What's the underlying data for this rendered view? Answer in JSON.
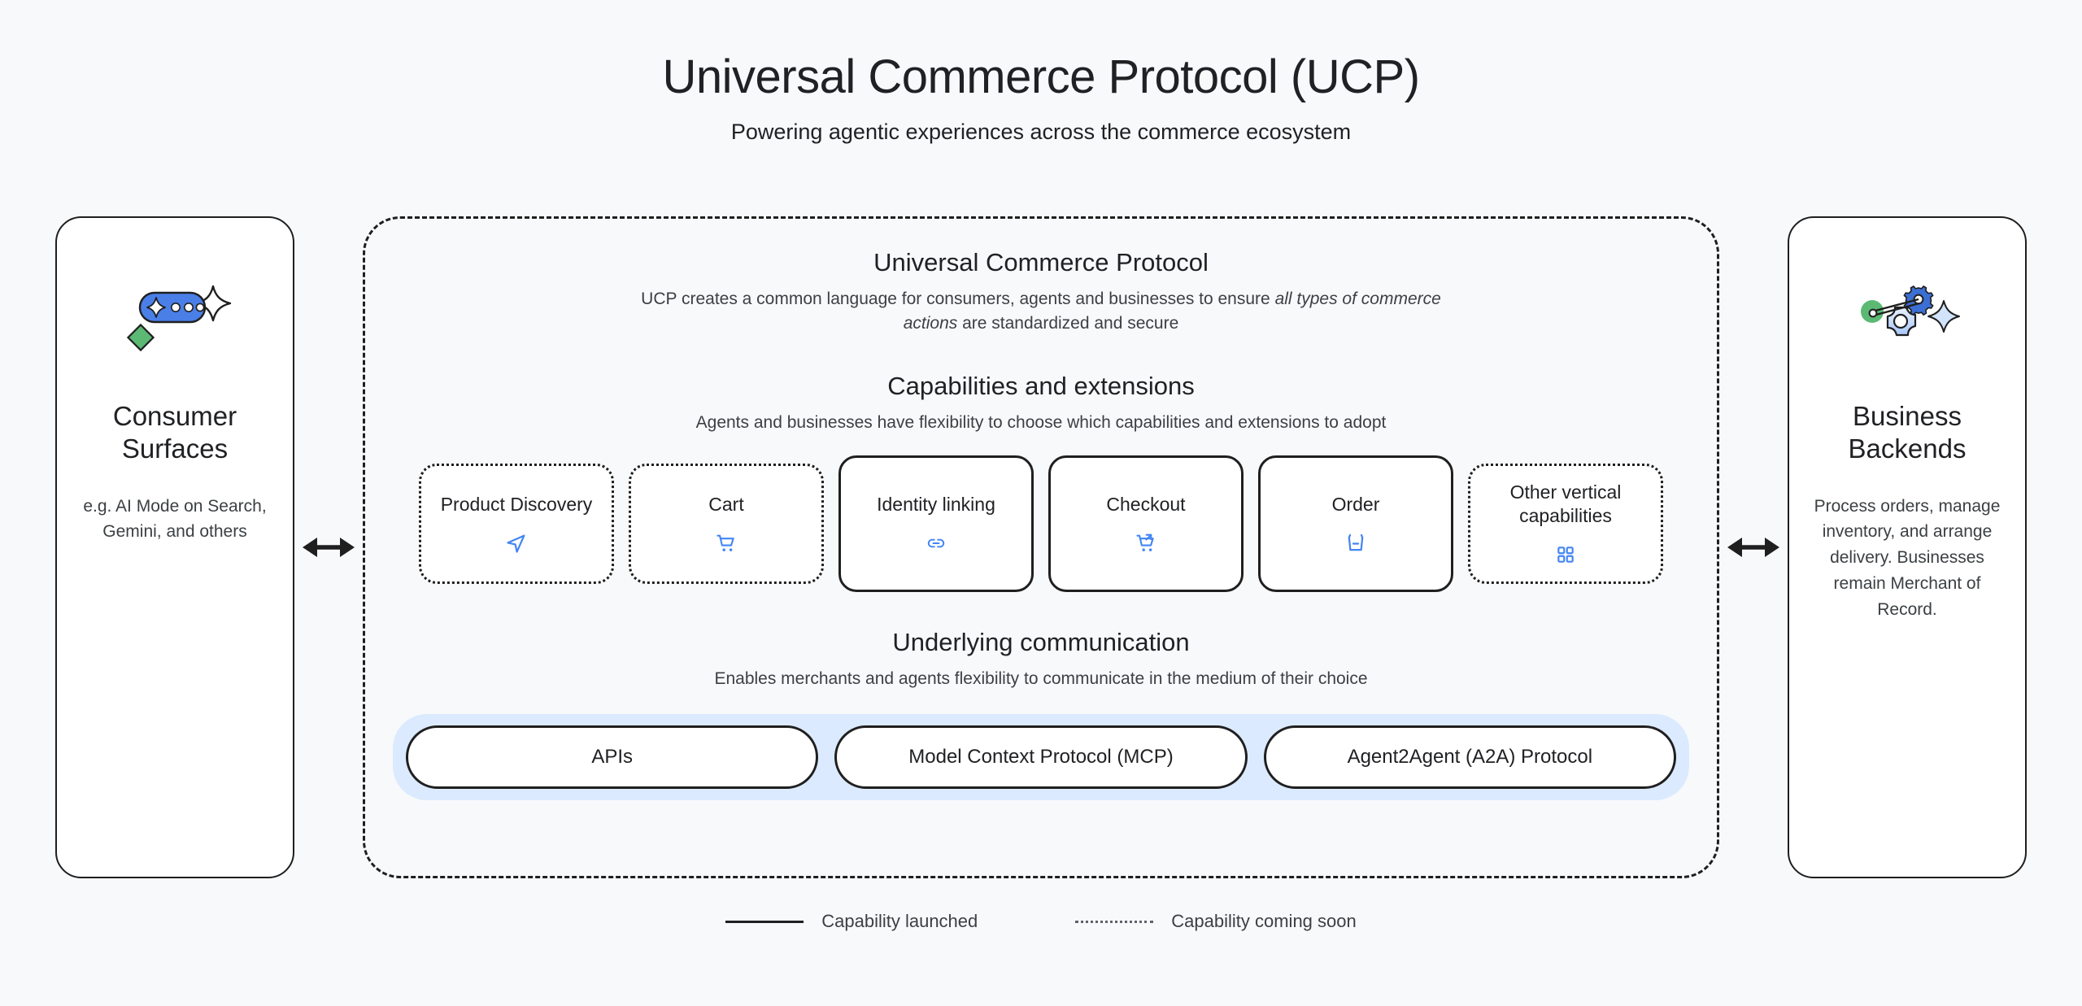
{
  "header": {
    "title": "Universal Commerce Protocol (UCP)",
    "subtitle": "Powering agentic experiences across the commerce ecosystem"
  },
  "left_panel": {
    "icon": "ai-chat-sparkle-icon",
    "title": "Consumer Surfaces",
    "description": "e.g. AI Mode on Search, Gemini, and others"
  },
  "right_panel": {
    "icon": "gears-sparkle-icon",
    "title": "Business Backends",
    "description": "Process orders, manage inventory, and arrange delivery. Businesses remain Merchant of Record."
  },
  "arrows": {
    "left": "bidirectional-arrow-icon",
    "right": "bidirectional-arrow-icon"
  },
  "ucp": {
    "title": "Universal Commerce Protocol",
    "description_part1": "UCP creates a common language for consumers, agents and businesses to ensure ",
    "description_emphasis": "all types of commerce actions",
    "description_part2": " are standardized and secure",
    "capabilities_title": "Capabilities and extensions",
    "capabilities_desc": "Agents and businesses have flexibility to choose which capabilities and extensions to adopt",
    "capabilities": [
      {
        "label": "Product Discovery",
        "status": "soon",
        "icon": "navigation-arrow-icon"
      },
      {
        "label": "Cart",
        "status": "soon",
        "icon": "shopping-cart-icon"
      },
      {
        "label": "Identity linking",
        "status": "launched",
        "icon": "link-icon"
      },
      {
        "label": "Checkout",
        "status": "launched",
        "icon": "cart-checkout-icon"
      },
      {
        "label": "Order",
        "status": "launched",
        "icon": "package-box-icon"
      },
      {
        "label": "Other vertical capabilities",
        "status": "soon",
        "icon": "grid-squares-icon"
      }
    ],
    "communication_title": "Underlying communication",
    "communication_desc": "Enables merchants and agents flexibility to communicate in the medium of their choice",
    "protocols": [
      "APIs",
      "Model Context Protocol (MCP)",
      "Agent2Agent (A2A) Protocol"
    ]
  },
  "legend": [
    {
      "style": "solid",
      "label": "Capability launched"
    },
    {
      "style": "dotted",
      "label": "Capability coming soon"
    }
  ],
  "colors": {
    "background": "#f8f9fb",
    "panel": "#ffffff",
    "stroke": "#1f1f1f",
    "accent_blue": "#4285f4",
    "band_blue": "#dbeafe",
    "accent_green": "#5bb974",
    "text": "#202124"
  }
}
